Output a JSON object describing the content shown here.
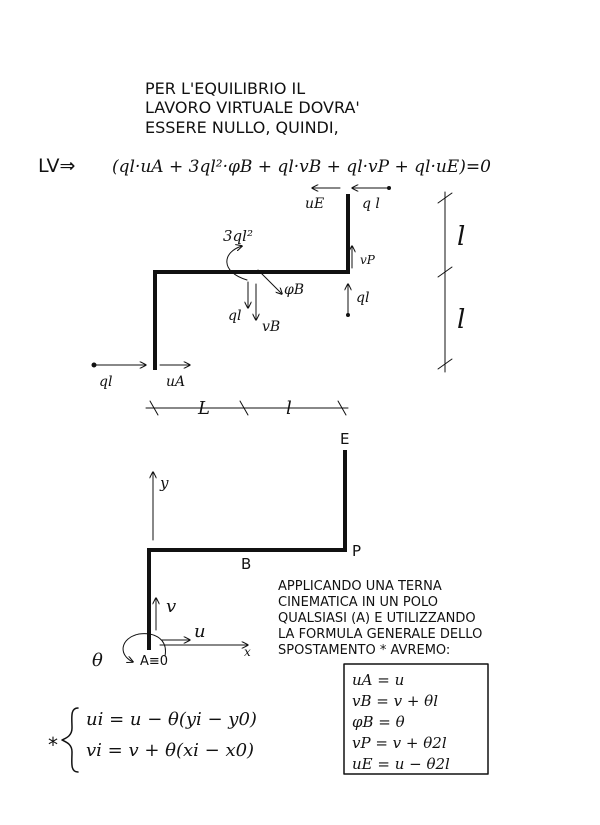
{
  "heading": {
    "line1": "PER L'EQUILIBRIO IL",
    "line2": "LAVORO VIRTUALE DOVRA'",
    "line3": "ESSERE NULLO, QUINDI,"
  },
  "equation": {
    "lhs": "LV⇒",
    "rhs": "(ql·uA + 3ql²·φB + ql·vB + ql·vP + ql·uE)=0"
  },
  "structure_labels": {
    "load_uE": "q l",
    "disp_uE": "uE",
    "moment_B": "3ql²",
    "phi_B": "φB",
    "vP": "vP",
    "load_P": "ql",
    "load_B": "ql",
    "vB": "vB",
    "load_A": "ql",
    "uA": "uA",
    "dim_vertical_upper": "l",
    "dim_vertical_lower": "l",
    "dim_horizontal_left": "L",
    "dim_horizontal_right": "l"
  },
  "frame_labels": {
    "E": "E",
    "B": "B",
    "P": "P",
    "y_axis": "y",
    "x_axis": "x",
    "v": "v",
    "u": "u",
    "theta": "θ",
    "A_origin": "A≡0"
  },
  "note": {
    "line1": "APPLICANDO UNA TERNA",
    "line2": "CINEMATICA IN UN POLO",
    "line3": "QUALSIASI (A) E UTILIZZANDO",
    "line4": "LA FORMULA GENERALE DELLO",
    "line5": "SPOSTAMENTO * AVREMO:"
  },
  "displacements": {
    "uA": "uA = u",
    "vB": "vB = v + θl",
    "phiB": "φB = θ",
    "vP": "vP = v + θ2l",
    "uE": "uE = u − θ2l"
  },
  "general_formula": {
    "star": "*",
    "ui": "ui = u − θ(yi − y0)",
    "vi": "vi = v + θ(xi − x0)"
  }
}
